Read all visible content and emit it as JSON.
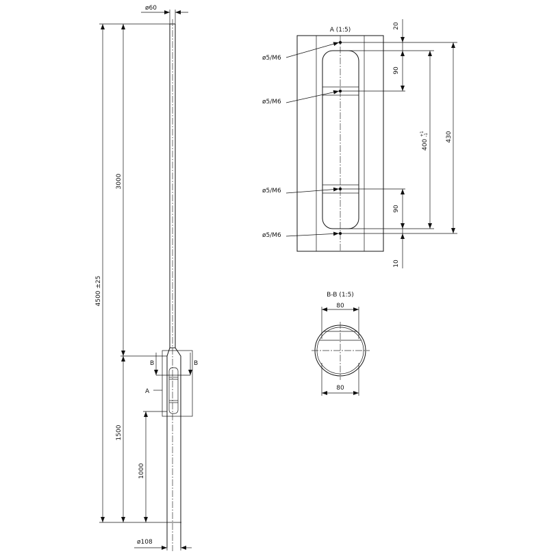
{
  "pole": {
    "top_diameter": "ø60",
    "bottom_diameter": "ø108",
    "total_height": "4500 ±25",
    "upper_length": "3000",
    "lower_length": "1500",
    "detail_offset": "1000",
    "section_mark": "B",
    "detail_mark": "A"
  },
  "detail_a": {
    "title": "A (1:5)",
    "hole_labels": [
      "ø5/M6",
      "ø5/M6",
      "ø5/M6",
      "ø5/M6"
    ],
    "dims": {
      "top": "20",
      "upper": "90",
      "lower": "90",
      "bottom": "10",
      "slot": "400",
      "slot_tol": "+1",
      "slot_tol_lower": "-1",
      "overall": "430"
    }
  },
  "section_b": {
    "title": "B-B (1:5)",
    "width_top": "80",
    "width_bottom": "80"
  }
}
